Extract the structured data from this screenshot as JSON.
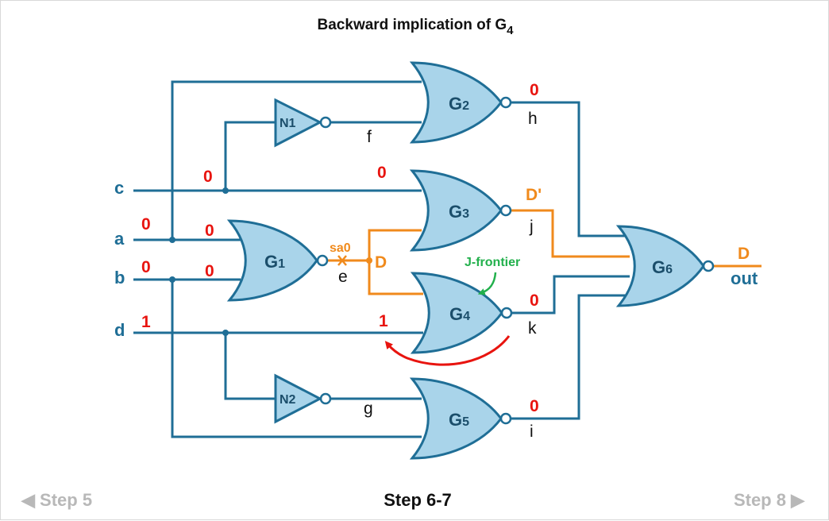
{
  "title": {
    "text": "Backward implication of G",
    "sub": "4"
  },
  "nav": {
    "prev_label": "◀ Step 5",
    "current_label": "Step 6-7",
    "next_label": "Step 8 ▶"
  },
  "inputs": {
    "c": "c",
    "a": "a",
    "b": "b",
    "d": "d"
  },
  "outputs": {
    "out": "out"
  },
  "gates": {
    "G1": {
      "main": "G",
      "sub": "1"
    },
    "G2": {
      "main": "G",
      "sub": "2"
    },
    "G3": {
      "main": "G",
      "sub": "3"
    },
    "G4": {
      "main": "G",
      "sub": "4"
    },
    "G5": {
      "main": "G",
      "sub": "5"
    },
    "G6": {
      "main": "G",
      "sub": "6"
    },
    "N1": "N1",
    "N2": "N2"
  },
  "wires": {
    "f": "f",
    "h": "h",
    "j": "j",
    "e": "e",
    "k": "k",
    "g": "g",
    "i": "i"
  },
  "values": {
    "c_branch": "0",
    "g3_in_top": "0",
    "a_in": "0",
    "a_g1": "0",
    "b_in": "0",
    "b_g1": "0",
    "d_in": "1",
    "g4_in": "1",
    "h": "0",
    "j": "D'",
    "e": "D",
    "k": "0",
    "i": "0",
    "out": "D"
  },
  "annotations": {
    "stuck_at": "sa0",
    "j_frontier": "J-frontier"
  },
  "colors": {
    "wire": "#1f6e96",
    "gate_fill": "#a9d4ea",
    "fault_path": "#f08a1c",
    "value": "#e8140f",
    "j_frontier": "#22b04c",
    "implication_arrow": "#e8140f"
  }
}
